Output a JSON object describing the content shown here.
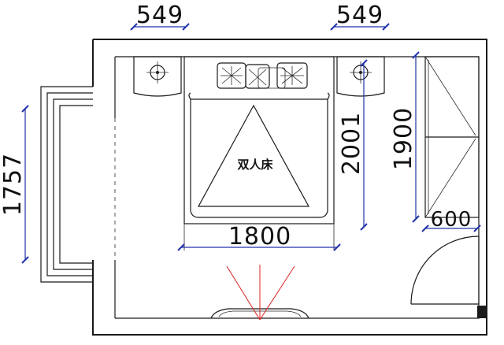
{
  "plan": {
    "bed_label": "双人床",
    "dimensions": {
      "top_left_width": "549",
      "top_right_width": "549",
      "bed_length": "2001",
      "wardrobe_length": "1900",
      "wardrobe_depth": "600",
      "bed_width": "1800",
      "window_length": "1757"
    },
    "colors": {
      "walls": "#1a1a1a",
      "dimension_lines": "#2233aa",
      "sightline": "#dd2222"
    }
  }
}
